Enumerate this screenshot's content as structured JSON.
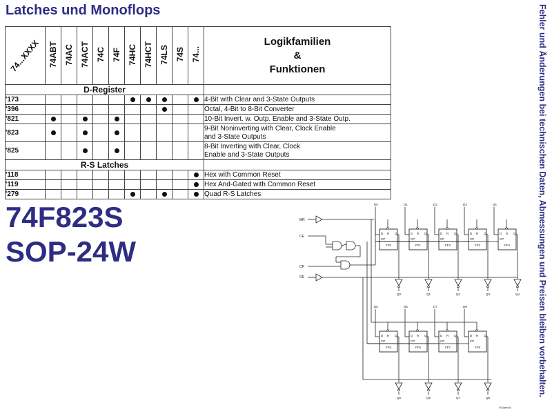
{
  "page": {
    "title": "Latches und Monoflops",
    "part_number": "74F823S",
    "package": "SOP-24W",
    "side_note": "Fehler und Änderungen bei technischen Daten, Abmessungen und Preisen bleiben vorbehalten."
  },
  "table": {
    "corner_label": "74...XXXX",
    "families": [
      "74ABT",
      "74AC",
      "74ACT",
      "74C",
      "74F",
      "74HC",
      "74HCT",
      "74LS",
      "74S",
      "74..."
    ],
    "header_desc": [
      "Logikfamilien",
      "&",
      "Funktionen"
    ],
    "sections": [
      {
        "title": "D-Register",
        "rows": [
          {
            "code": "'173",
            "dots": [
              0,
              0,
              0,
              0,
              0,
              1,
              1,
              1,
              0,
              1
            ],
            "desc": [
              "4-Bit with Clear and 3-State Outputs"
            ]
          },
          {
            "code": "'396",
            "dots": [
              0,
              0,
              0,
              0,
              0,
              0,
              0,
              1,
              0,
              0
            ],
            "desc": [
              "Octal, 4-Bit to 8-Bit Converter"
            ]
          },
          {
            "code": "'821",
            "dots": [
              1,
              0,
              1,
              0,
              1,
              0,
              0,
              0,
              0,
              0
            ],
            "desc": [
              "10-Bit Invert. w. Outp. Enable and 3-State Outp."
            ]
          },
          {
            "code": "'823",
            "dots": [
              1,
              0,
              1,
              0,
              1,
              0,
              0,
              0,
              0,
              0
            ],
            "desc": [
              "9-Bit Noninverting with Clear, Clock Enable",
              "and 3-State Outputs"
            ]
          },
          {
            "code": "'825",
            "dots": [
              0,
              0,
              1,
              0,
              1,
              0,
              0,
              0,
              0,
              0
            ],
            "desc": [
              "8-Bit Inverting with Clear, Clock",
              "Enable and 3-State Outputs"
            ]
          }
        ]
      },
      {
        "title": "R-S Latches",
        "rows": [
          {
            "code": "'118",
            "dots": [
              0,
              0,
              0,
              0,
              0,
              0,
              0,
              0,
              0,
              1
            ],
            "desc": [
              "Hex with Common Reset"
            ]
          },
          {
            "code": "'119",
            "dots": [
              0,
              0,
              0,
              0,
              0,
              0,
              0,
              0,
              0,
              1
            ],
            "desc": [
              "Hex And-Gated with Common Reset"
            ]
          },
          {
            "code": "'279",
            "dots": [
              0,
              0,
              0,
              0,
              0,
              1,
              0,
              1,
              0,
              1
            ],
            "desc": [
              "Quad R-S Latches"
            ]
          }
        ]
      }
    ]
  },
  "diagram": {
    "inputs": [
      "MR",
      "CE",
      "CP",
      "OE"
    ],
    "data_inputs": [
      "D0",
      "D1",
      "D2",
      "D3",
      "D4",
      "D5",
      "D6",
      "D7",
      "D8"
    ],
    "flipflops": [
      "FF0",
      "FF1",
      "FF2",
      "FF3",
      "FF4",
      "FF5",
      "FF6",
      "FF7",
      "FF8"
    ],
    "outputs": [
      "Q0",
      "Q1",
      "Q2",
      "Q3",
      "Q4",
      "Q5",
      "Q6",
      "Q7",
      "Q8"
    ],
    "pin_labels": {
      "d": "D",
      "r": "R",
      "cp": "CP",
      "q": "Q"
    },
    "ref": "001aae444"
  }
}
